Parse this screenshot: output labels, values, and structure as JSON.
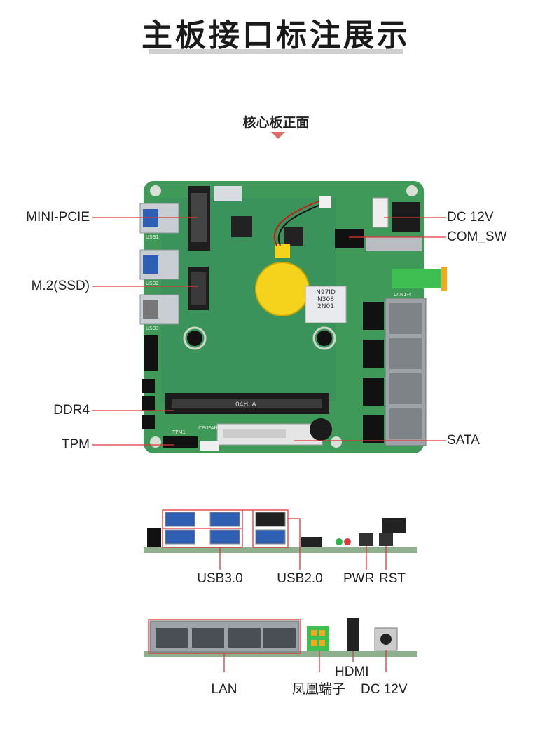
{
  "title": "主板接口标注展示",
  "section_heading": "核心板正面",
  "board_markings": {
    "core_chip": [
      "N97ID",
      "N308",
      "2N01"
    ],
    "mem_slot": "04HLA",
    "lan_header": "LAN1-4",
    "fan_header": "CPUFAN1",
    "tpm_header": "TPM1",
    "usb1": "USB1",
    "usb2": "USB2",
    "usb3": "USB3"
  },
  "callouts_left": [
    {
      "label": "MINI-PCIE"
    },
    {
      "label": "M.2(SSD)"
    },
    {
      "label": "DDR4"
    },
    {
      "label": "TPM"
    }
  ],
  "callouts_right": [
    {
      "label": "DC 12V"
    },
    {
      "label": "COM_SW"
    },
    {
      "label": "SATA"
    }
  ],
  "io_panel_1_labels": [
    {
      "label": "USB3.0"
    },
    {
      "label": "USB2.0"
    },
    {
      "label": "PWR"
    },
    {
      "label": "RST"
    }
  ],
  "io_panel_2_labels": [
    {
      "label": "LAN"
    },
    {
      "label": "HDMI"
    },
    {
      "label": "凤凰端子"
    },
    {
      "label": "DC 12V"
    }
  ],
  "colors": {
    "pcb_green": "#3f9a5a",
    "pcb_dark": "#2f7f47",
    "callout_red": "#e0353b",
    "title_underline": "#cfcfcf",
    "arrow": "#e06a6a"
  }
}
